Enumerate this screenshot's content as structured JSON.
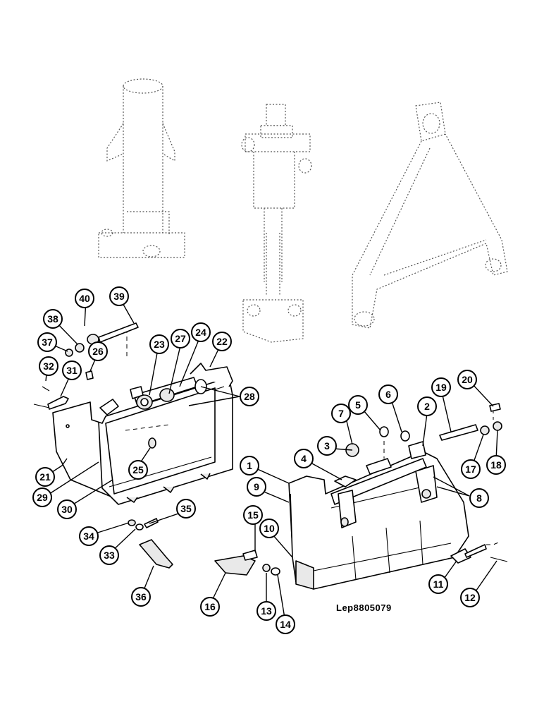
{
  "drawing_reference": "Lep8805079",
  "callouts": [
    "1",
    "2",
    "3",
    "4",
    "5",
    "6",
    "7",
    "8",
    "9",
    "10",
    "11",
    "12",
    "13",
    "14",
    "15",
    "16",
    "17",
    "18",
    "19",
    "20",
    "21",
    "22",
    "23",
    "24",
    "25",
    "26",
    "27",
    "28",
    "29",
    "30",
    "31",
    "32",
    "33",
    "34",
    "35",
    "36",
    "37",
    "38",
    "39",
    "40"
  ]
}
